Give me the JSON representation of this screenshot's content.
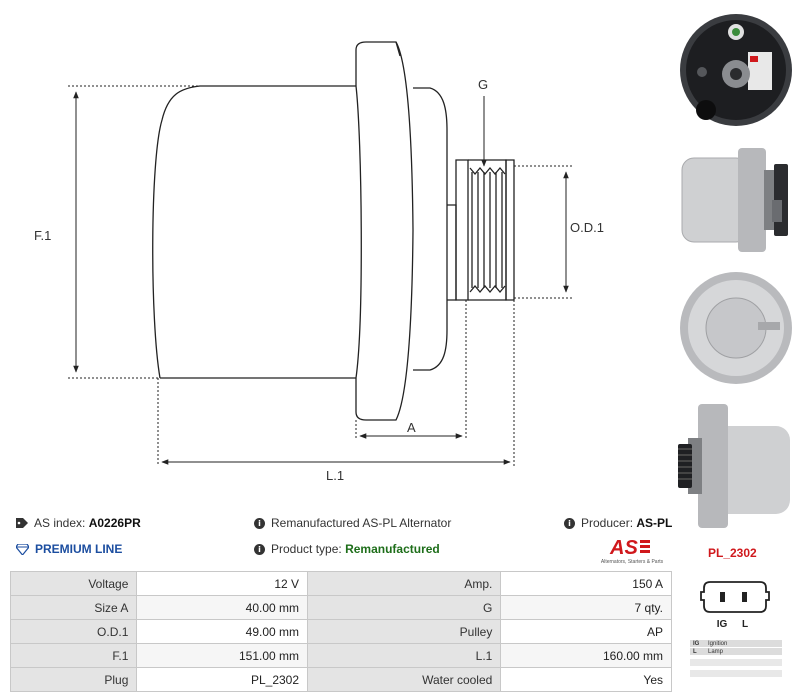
{
  "diagram": {
    "labels": {
      "f1": "F.1",
      "g": "G",
      "od1": "O.D.1",
      "a": "A",
      "l1": "L.1"
    }
  },
  "photos": [
    {
      "name": "alternator-rear-view"
    },
    {
      "name": "alternator-side-view"
    },
    {
      "name": "alternator-front-view"
    },
    {
      "name": "alternator-pulley-side-view"
    }
  ],
  "info": {
    "as_index_label": "AS index:",
    "as_index_value": "A0226PR",
    "premium_line": "PREMIUM LINE",
    "description": "Remanufactured AS-PL Alternator",
    "product_type_label": "Product type:",
    "product_type_value": "Remanufactured",
    "producer_label": "Producer:",
    "producer_value": "AS-PL"
  },
  "logo": {
    "text": "AS",
    "tagline": "Alternators, Starters & Parts"
  },
  "plug": {
    "code": "PL_2302",
    "pins": [
      "IG",
      "L"
    ],
    "legend": [
      {
        "code": "IG",
        "meaning": "Ignition"
      },
      {
        "code": "L",
        "meaning": "Lamp"
      }
    ]
  },
  "specs": [
    {
      "k1": "Voltage",
      "v1": "12 V",
      "k2": "Amp.",
      "v2": "150 A"
    },
    {
      "k1": "Size A",
      "v1": "40.00 mm",
      "k2": "G",
      "v2": "7 qty."
    },
    {
      "k1": "O.D.1",
      "v1": "49.00 mm",
      "k2": "Pulley",
      "v2": "AP"
    },
    {
      "k1": "F.1",
      "v1": "151.00 mm",
      "k2": "L.1",
      "v2": "160.00 mm"
    },
    {
      "k1": "Plug",
      "v1": "PL_2302",
      "k2": "Water cooled",
      "v2": "Yes"
    }
  ],
  "colors": {
    "premium": "#1c4ea0",
    "plug_code": "#d0181c",
    "product_type": "#1e6e1a"
  }
}
